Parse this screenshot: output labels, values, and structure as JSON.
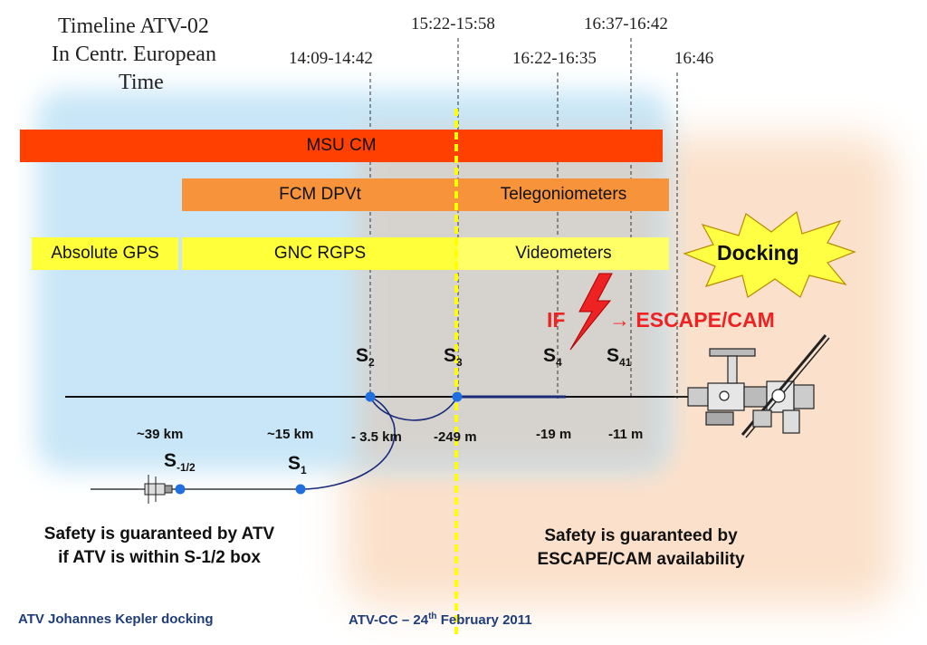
{
  "title": {
    "line1": "Timeline ATV-02",
    "line2": "In Centr. European",
    "line3": "Time"
  },
  "times": {
    "t1": "14:09-14:42",
    "t2": "15:22-15:58",
    "t3": "16:22-16:35",
    "t4": "16:37-16:42",
    "t5": "16:46"
  },
  "bars": {
    "msu": "MSU CM",
    "fcm": "FCM DPVt",
    "telego": "Telegoniometers",
    "abs_gps": "Absolute GPS",
    "gnc": "GNC RGPS",
    "video": "Videometers"
  },
  "docking": "Docking",
  "if_label": "IF",
  "escape_label": "→ ESCAPE/CAM",
  "stages": {
    "s_half": "S",
    "s_half_sub": "-1/2",
    "s1": "S",
    "s1_sub": "1",
    "s2": "S",
    "s2_sub": "2",
    "s3": "S",
    "s3_sub": "3",
    "s4": "S",
    "s4_sub": "4",
    "s41": "S",
    "s41_sub": "41"
  },
  "distances": {
    "d39": "~39 km",
    "d15": "~15 km",
    "d35": "- 3.5 km",
    "d249": "-249 m",
    "d19": "-19 m",
    "d11": "-11 m"
  },
  "safety": {
    "left_line1": "Safety is guaranteed by ATV",
    "left_line2": "if ATV is within S-1/2 box",
    "right_line1": "Safety is guaranteed by",
    "right_line2": "ESCAPE/CAM availability"
  },
  "footer": {
    "left": "ATV Johannes Kepler docking",
    "center_prefix": "ATV-CC – 24",
    "center_sup": "th",
    "center_suffix": " February 2011"
  },
  "colors": {
    "msu": "#ff4000",
    "fcm": "#f7933b",
    "yellow": "#ffff3a",
    "blue_zone": "#cde8f7",
    "peach_zone": "#fbe3cf",
    "marker": "#1f6fe0",
    "alert": "#ee2222"
  }
}
